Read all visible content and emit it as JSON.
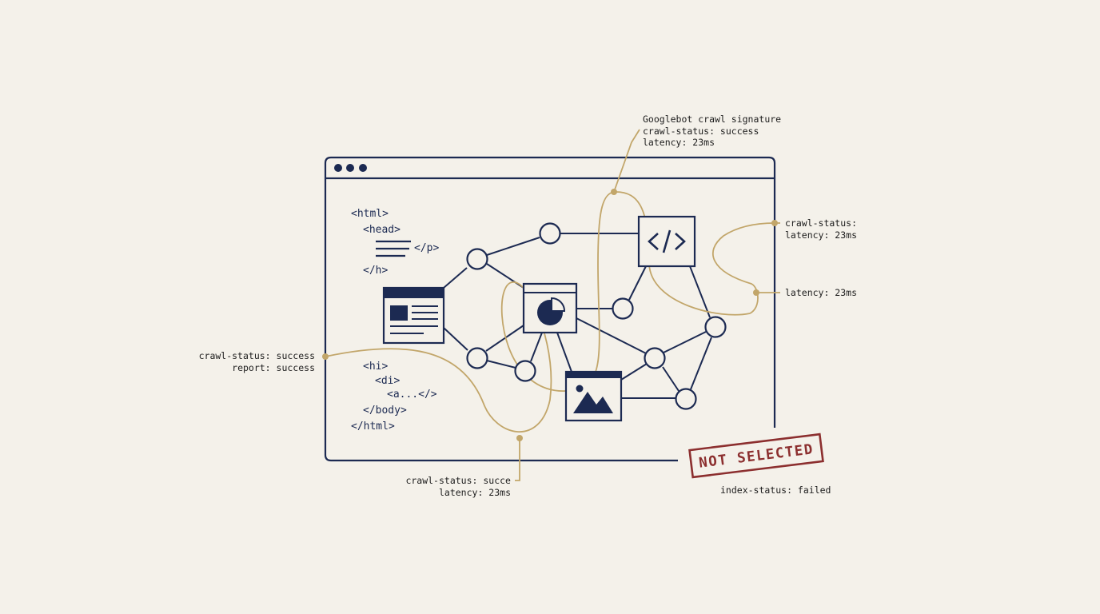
{
  "colors": {
    "background": "#f4f1ea",
    "ink": "#1c2a52",
    "crawl_path": "#c2a66a",
    "stamp": "#8c2f2f",
    "annotation_text": "#1c1c1c"
  },
  "code_lines": {
    "html_open": "<html>",
    "head_open": "<head>",
    "p_close": "</p>",
    "h_close": "</h>",
    "hi_open": "<hi>",
    "di_open": "<di>",
    "a_tag": "<a...</>",
    "body_close": "</body>",
    "html_close": "</html>"
  },
  "annotations": {
    "top": [
      "Googlebot crawl signature",
      "crawl-status: success",
      "latency: 23ms"
    ],
    "right_upper": [
      "crawl-status:",
      "latency: 23ms"
    ],
    "right_middle": [
      "latency: 23ms"
    ],
    "left": [
      "crawl-status: success",
      "report: success"
    ],
    "bottom": [
      "crawl-status: succe",
      "latency: 23ms"
    ],
    "index_status": "index-status: failed"
  },
  "stamp": {
    "label": "NOT SELECTED"
  },
  "icons": {
    "browser_dots": "window-control-dots-icon",
    "document": "document-page-icon",
    "chart": "pie-chart-page-icon",
    "code": "code-brackets-icon",
    "image": "image-landscape-icon"
  }
}
